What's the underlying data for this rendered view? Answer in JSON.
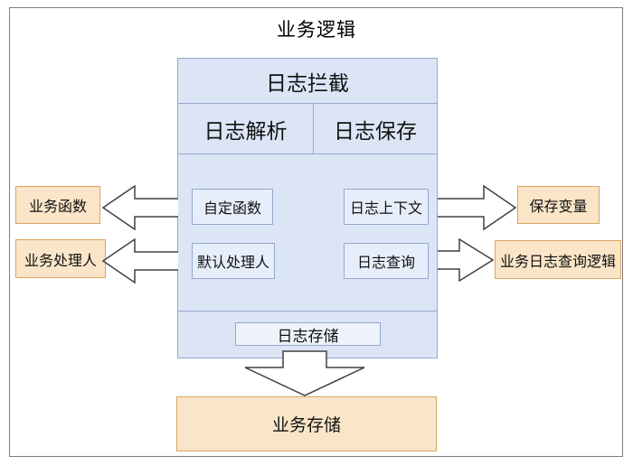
{
  "diagram": {
    "title": "业务逻辑",
    "main_box": {
      "header": "日志拦截",
      "columns": [
        "日志解析",
        "日志保存"
      ],
      "nodes": {
        "custom_function": "自定函数",
        "log_context": "日志上下文",
        "default_handler": "默认处理人",
        "log_query": "日志查询",
        "log_storage": "日志存储"
      }
    },
    "left_nodes": [
      "业务函数",
      "业务处理人"
    ],
    "right_nodes": [
      "保存变量",
      "业务日志查询逻辑"
    ],
    "bottom_node": "业务存储",
    "colors": {
      "blue_fill": "#dbe5f6",
      "blue_node_fill": "#e7eefb",
      "blue_border": "#95a9cd",
      "orange_fill": "#fbe5c8",
      "orange_border": "#d9a561",
      "frame_border": "#7d7d7d",
      "arrow_outline": "#404040",
      "text": "#111111"
    }
  }
}
